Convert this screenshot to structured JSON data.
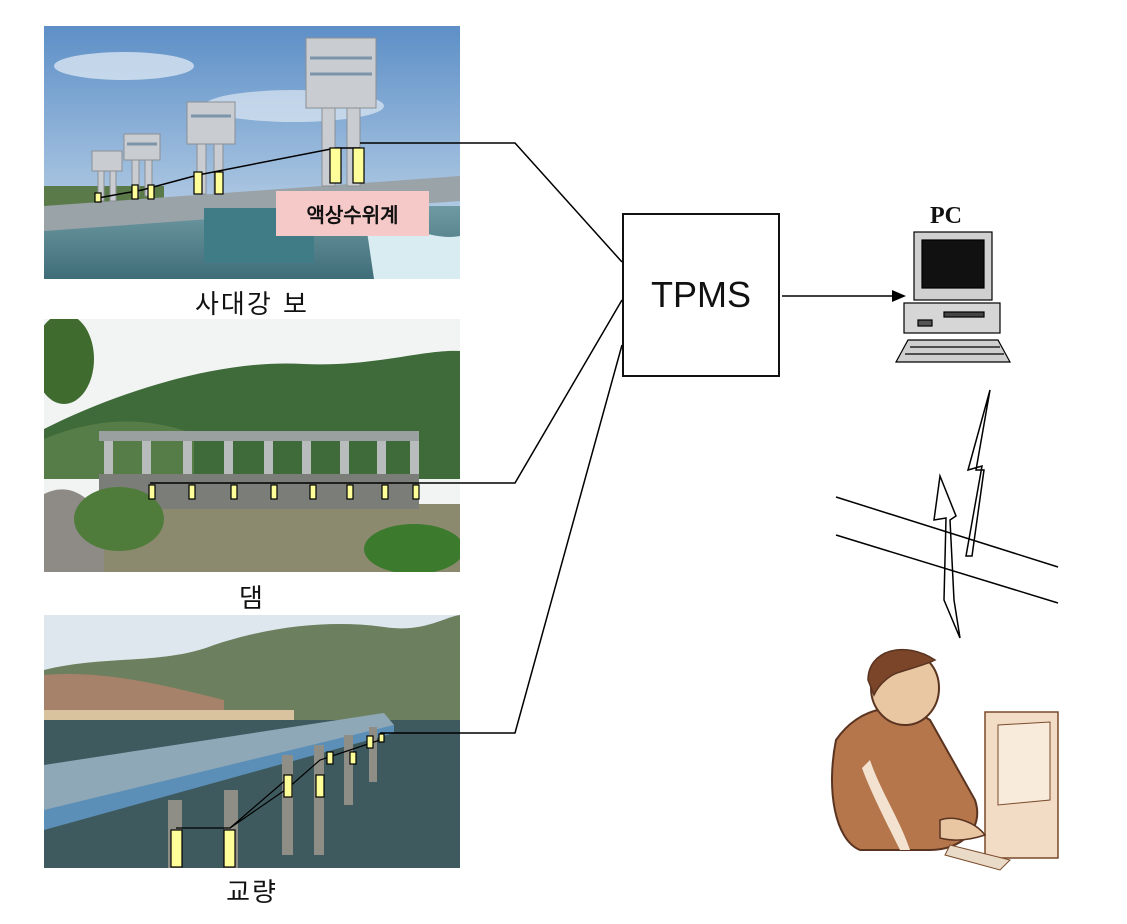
{
  "sites": [
    {
      "id": "weir",
      "caption": "사대강 보",
      "sensor_label": "액상수위계"
    },
    {
      "id": "dam",
      "caption": "댐"
    },
    {
      "id": "bridge",
      "caption": "교량"
    }
  ],
  "hub": {
    "label": "TPMS"
  },
  "terminal": {
    "label": "PC"
  },
  "icons": {
    "computer": "desktop-computer-icon",
    "lightning": "wireless-signal-icon",
    "user": "operator-at-computer-icon"
  },
  "colors": {
    "sensor_fill": "#ffff99",
    "sensor_label_bg": "#f6c9c9",
    "line": "#000000"
  }
}
